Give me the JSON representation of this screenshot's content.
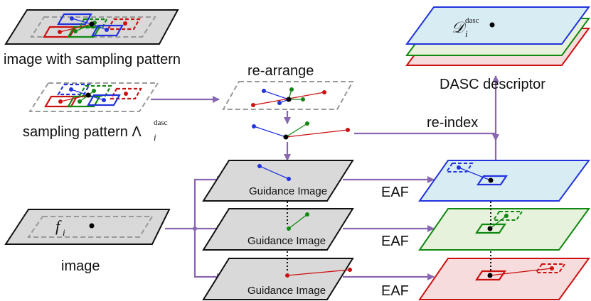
{
  "labels": {
    "image_with_sampling_pattern": "image with sampling pattern",
    "sampling_pattern": "sampling pattern Λ",
    "sampling_pattern_sub": "i",
    "sampling_pattern_sup": "dasc",
    "re_arrange": "re-arrange",
    "re_index": "re-index",
    "dasc_descriptor": "DASC descriptor",
    "descriptor_symbol": "𝒟",
    "descriptor_sub": "i",
    "descriptor_sup": "dasc",
    "image": "image",
    "image_symbol": "f",
    "image_sub": "i",
    "guidance_image_1": "Guidance Image",
    "guidance_image_2": "Guidance Image",
    "guidance_image_3": "Guidance Image",
    "eaf_1": "EAF",
    "eaf_2": "EAF",
    "eaf_3": "EAF"
  },
  "colors": {
    "blue": "#2233dd",
    "green": "#118811",
    "red": "#cc1111",
    "arrow": "#8866b0",
    "gray_fill": "#d9d9d9",
    "dashed_gray": "#999999",
    "layer_blue_fill": "#d8ecf4",
    "layer_green_fill": "#e6f2dc",
    "layer_red_fill": "#f6dcdc"
  }
}
